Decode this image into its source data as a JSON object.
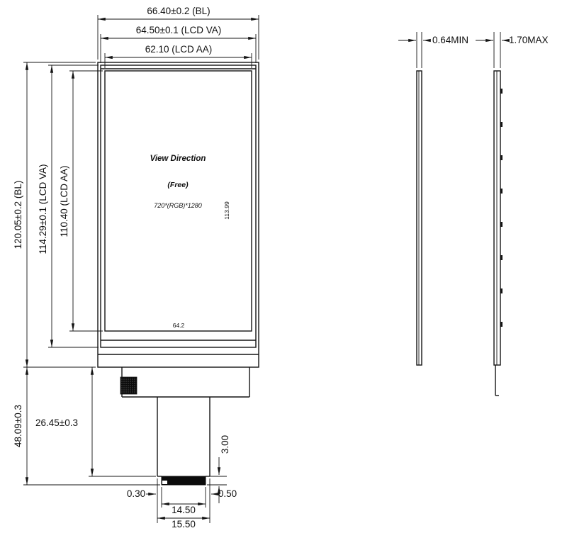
{
  "drawing": {
    "front_view": {
      "view_direction": "View Direction",
      "drive_mode": "(Free)",
      "resolution": "720*(RGB)*1280",
      "inner_height": "113.99",
      "inner_width": "64.2"
    },
    "dimensions": {
      "width_bl": "66.40±0.2 (BL)",
      "width_va": "64.50±0.1 (LCD VA)",
      "width_aa": "62.10 (LCD AA)",
      "height_bl": "120.05±0.2 (BL)",
      "height_va": "114.29±0.1 (LCD VA)",
      "height_aa": "110.40 (LCD AA)",
      "fpc_length": "48.09±0.3",
      "fpc_bend": "26.45±0.3",
      "connector_height": "3.00",
      "connector_offset_left": "0.30",
      "connector_offset_right": "0.50",
      "connector_width": "14.50",
      "fpc_end_width": "15.50",
      "thickness_lcd": "0.64MIN",
      "thickness_module": "1.70MAX"
    }
  }
}
